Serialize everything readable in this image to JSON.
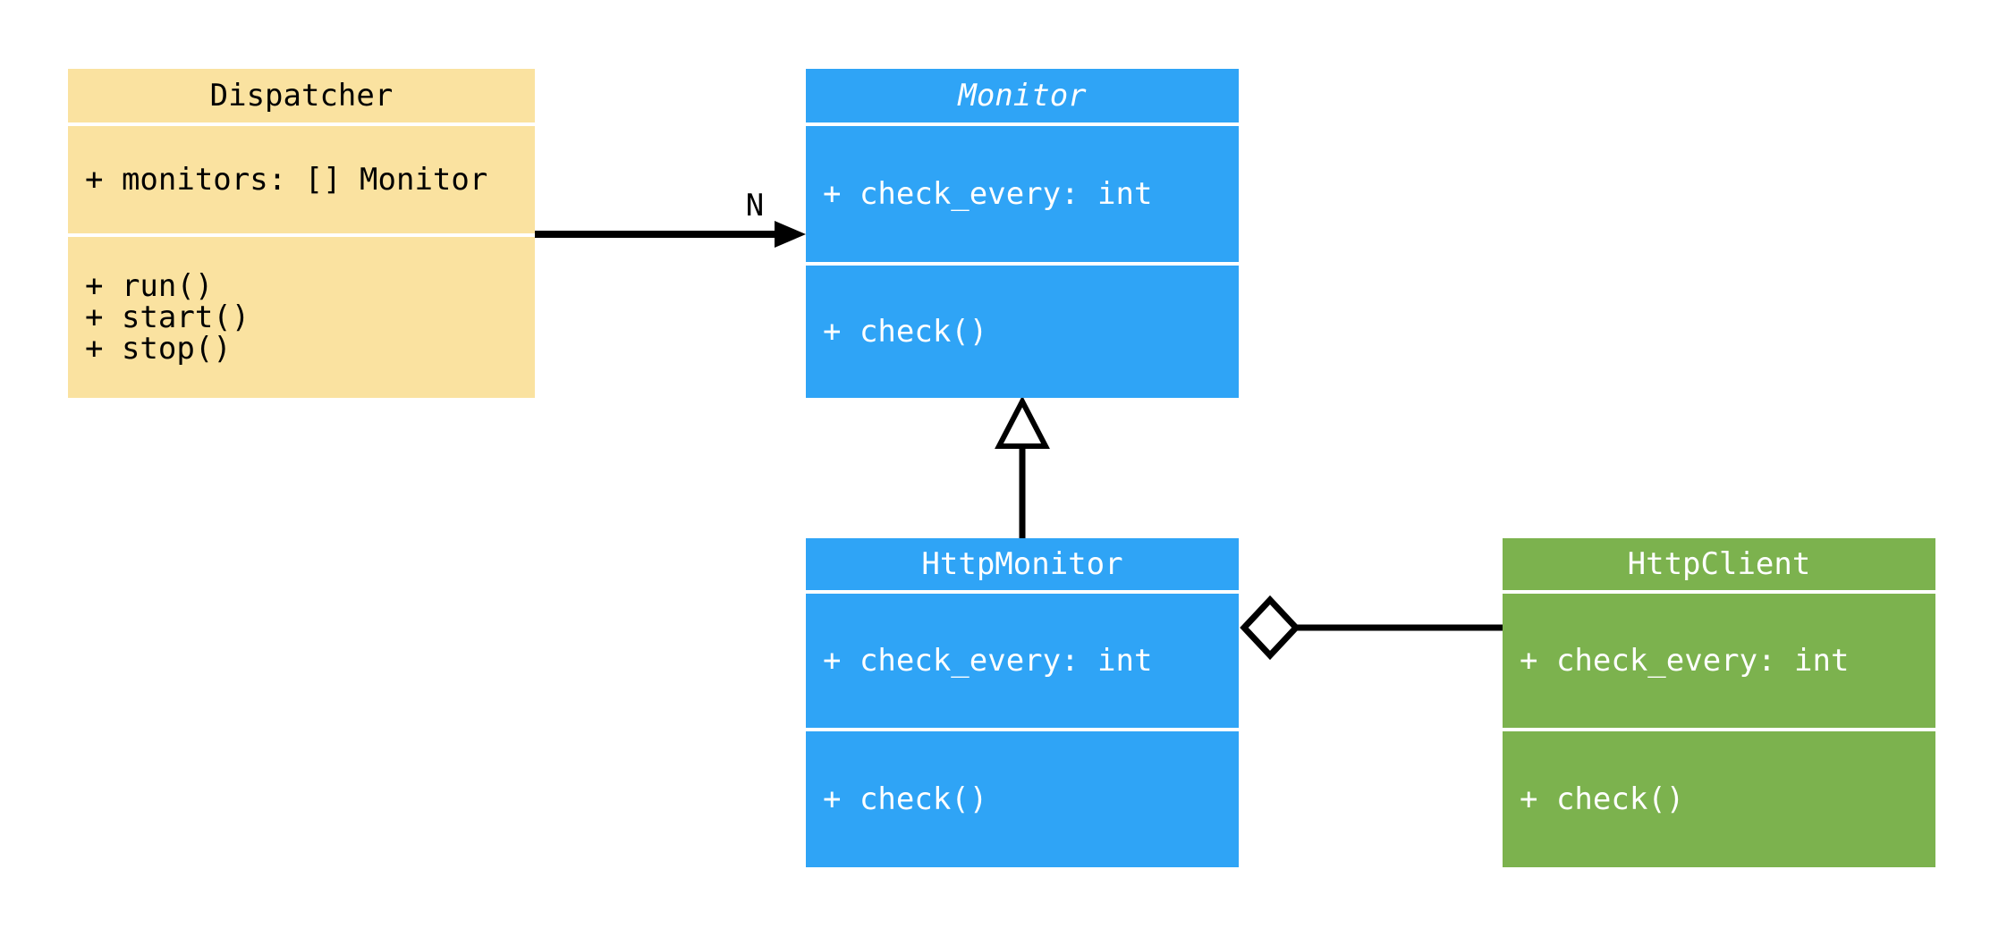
{
  "diagram": {
    "type": "uml-class-diagram",
    "background": "#FFFFFF",
    "edge_color": "#000000",
    "classes": [
      {
        "name": "Dispatcher",
        "abstract": false,
        "fill": "#FAE2A0",
        "text_color": "#000000",
        "attributes": [
          "+ monitors: [] Monitor"
        ],
        "methods": [
          "+ run()",
          "+ start()",
          "+ stop()"
        ]
      },
      {
        "name": "Monitor",
        "abstract": true,
        "fill": "#2FA4F6",
        "text_color": "#FFFFFF",
        "attributes": [
          "+ check_every: int"
        ],
        "methods": [
          "+ check()"
        ]
      },
      {
        "name": "HttpMonitor",
        "abstract": false,
        "fill": "#2FA4F6",
        "text_color": "#FFFFFF",
        "attributes": [
          "+ check_every: int"
        ],
        "methods": [
          "+ check()"
        ]
      },
      {
        "name": "HttpClient",
        "abstract": false,
        "fill": "#7CB24E",
        "text_color": "#FFFFFF",
        "attributes": [
          "+ check_every: int"
        ],
        "methods": [
          "+ check()"
        ]
      }
    ],
    "relations": [
      {
        "type": "association",
        "from": "Dispatcher",
        "to": "Monitor",
        "label": "N",
        "marker": "filled-arrowhead"
      },
      {
        "type": "inheritance",
        "from": "HttpMonitor",
        "to": "Monitor",
        "label": "",
        "marker": "hollow-triangle"
      },
      {
        "type": "aggregation",
        "from": "HttpMonitor",
        "to": "HttpClient",
        "label": "",
        "marker": "hollow-diamond"
      }
    ]
  }
}
